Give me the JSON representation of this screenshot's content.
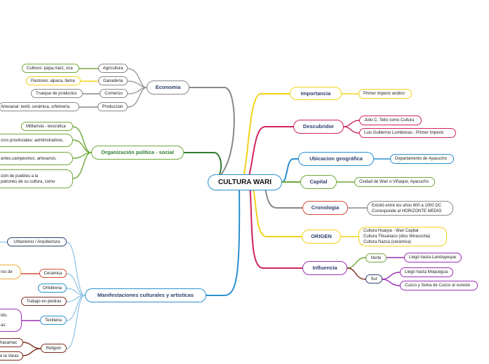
{
  "center": "CULTURA WARI",
  "colors": {
    "gold": "#f2d21a",
    "crimson": "#d0245f",
    "blue": "#2a8fcf",
    "gray": "#888888",
    "red": "#d44a3a",
    "purple": "#9b2fb4",
    "green": "#6fa83a",
    "darkgreen": "#2e7d32",
    "brown": "#7a2b1c"
  },
  "right": {
    "importancia": {
      "label": "Importancia",
      "detail": "Primer imperio andino"
    },
    "descubridor": {
      "label": "Descubridor",
      "items": [
        "Julio C. Tello como Cultura",
        "Luis Guillermo Lumbreras - Primer Imperio"
      ]
    },
    "ubicacion": {
      "label": "Ubicacion geográfica",
      "detail": "Departamento de Ayacucho"
    },
    "capital": {
      "label": "Capital",
      "detail": "Ciudad de Wari o Viñaque, Ayacucho"
    },
    "cronologia": {
      "label": "Cronologia",
      "detail_lines": [
        "Existió entre los años 600 a 1000 DC",
        "Corresponde al HORIZONTE MEDIO"
      ]
    },
    "origen": {
      "label": "ORIGEN",
      "detail_lines": [
        "Cultura Huarpa - Wari Capital",
        "Cultura Tihuanaco (dios Wiracocha)",
        "Cultura Nazca (cerámica)"
      ]
    },
    "influencia": {
      "label": "Influencia",
      "norte": {
        "label": "Norte",
        "items": [
          "Llegó hasta Lambayeque"
        ]
      },
      "sur": {
        "label": "Sur",
        "items": [
          "Llegó hasta Moquegua",
          "Cuzco y Selva de Cuzco al sureste"
        ]
      }
    }
  },
  "left": {
    "economia": {
      "label": "Economia",
      "rows": [
        {
          "category": "Agricultura",
          "detail": "Cultivos: papa,maíz, oca"
        },
        {
          "category": "Ganaderia",
          "detail": "Pastoreo: alpaca, llama"
        },
        {
          "category": "Comercio",
          "detail": "Trueque de productos"
        },
        {
          "category": "Produccion",
          "detail": "Artesanal: textil, cerámica, orfebrería"
        }
      ]
    },
    "organizacion": {
      "label": "Organización política - social",
      "items": [
        {
          "lines": [
            "Militarista - teocratica"
          ]
        },
        {
          "lines": [
            "cros provinciales: administrativos,"
          ]
        },
        {
          "lines": [
            "antes,campesinos, artesanos,"
          ]
        },
        {
          "lines": [
            "ción de pueblos a la",
            "patrones de su cultura, como"
          ]
        }
      ]
    },
    "manifestaciones": {
      "label": "Manifestaciones culturales y artisticas",
      "categories": [
        "Urbanismo / Arquitectura",
        "Ceramica",
        "Orfebreria",
        "Trabajo en piedras",
        "Textileria",
        "Religion"
      ],
      "fragments": {
        "ceramica": [
          "ros de"
        ],
        "textileria": [
          "ido,",
          "as:"
        ],
        "religion": [
          "hacamac",
          "e la Varas"
        ]
      }
    }
  }
}
